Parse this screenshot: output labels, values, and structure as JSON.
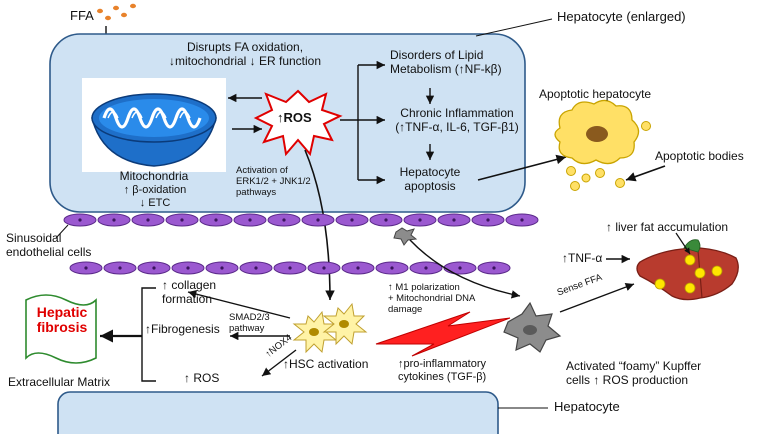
{
  "labels": {
    "ffa": "FFA",
    "hepatocyte_enlarged": "Hepatocyte (enlarged)",
    "disrupts_line1": "Disrupts FA oxidation,",
    "disrupts_line2": "↓mitochondrial ↓ ER function",
    "disorders_line1": "Disorders of Lipid",
    "disorders_line2": "Metabolism (↑NF-kβ)",
    "apoptotic_hepatocyte": "Apoptotic hepatocyte",
    "ros_center": "↑ROS",
    "chronic_line1": "Chronic Inflammation",
    "chronic_line2": "(↑TNF-α, IL-6, TGF-β1)",
    "mitochondria_title": "Mitochondria",
    "mitochondria_line1": "↑ β-oxidation",
    "mitochondria_line2": "↓ ETC",
    "activation_line1": "Activation of",
    "activation_line2": "ERK1/2 + JNK1/2",
    "activation_line3": "pathways",
    "hepatocyte_apop_line1": "Hepatocyte",
    "hepatocyte_apop_line2": "apoptosis",
    "apoptotic_bodies": "Apoptotic bodies",
    "sinusoidal_line1": "Sinusoidal",
    "sinusoidal_line2": "endothelial cells",
    "liver_fat": "↑ liver fat accumulation",
    "tnf_alpha": "↑TNF-α",
    "collagen_line1": "↑ collagen",
    "collagen_line2": "formation",
    "m1_line1": "↑ M1 polarization",
    "m1_line2": "+ Mitochondrial DNA",
    "m1_line3": "damage",
    "hepatic_fibrosis_line1": "Hepatic",
    "hepatic_fibrosis_line2": "fibrosis",
    "smad_line1": "SMAD2/3",
    "smad_line2": "pathway",
    "fibrogenesis": "↑Fibrogenesis",
    "sense_ffa": "Sense FFA",
    "nox4": "↑NOX4",
    "hsc_activation": "↑HSC activation",
    "kupffer_line1": "Activated “foamy” Kupffer",
    "kupffer_line2": "cells ↑ ROS production",
    "ros_lower": "↑ ROS",
    "proinflam_line1": "↑pro-inflammatory",
    "proinflam_line2": "cytokines (TGF-β)",
    "extracellular_matrix": "Extracellular Matrix",
    "hepatocyte_bottom": "Hepatocyte"
  },
  "colors": {
    "cell_fill": "#cfe2f3",
    "cell_stroke": "#2e5a8a",
    "endothelial_fill": "#9b59d0",
    "mito_blue": "#1e6fc9",
    "apoptotic_yellow": "#ffe066",
    "liver_red": "#b83b2e",
    "fibrosis_red": "#e00000",
    "lightning_red": "#ff2020",
    "kupffer_gray": "#8c8c8c",
    "ffa_orange": "#e8822b",
    "ecm_green": "#2e8b2e"
  }
}
